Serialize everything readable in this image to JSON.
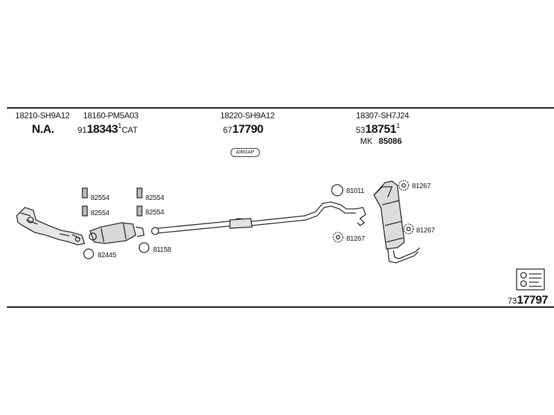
{
  "header": {
    "col1": {
      "oe": "18210-SH9A12",
      "ref": "N.A."
    },
    "col2": {
      "oe": "18160-PM5A03",
      "prefix": "91",
      "ref": "18343",
      "suffix": "CAT"
    },
    "col3": {
      "oe": "18220-SH9A12",
      "prefix": "67",
      "ref": "17790"
    },
    "col4": {
      "oe": "18307-SH7J24",
      "prefix": "53",
      "ref": "18751",
      "mk_label": "MK",
      "mk_ref": "85086"
    }
  },
  "badge": "AIRGAP",
  "parts": {
    "clamp_a1": "82554",
    "clamp_a2": "82554",
    "clamp_b1": "82554",
    "clamp_b2": "82554",
    "ring_a": "82445",
    "ring_b": "81158",
    "ring_c": "81011",
    "hanger_a": "81267",
    "hanger_b": "81267",
    "hanger_c": "81267"
  },
  "footer": {
    "prefix": "73",
    "ref": "17797"
  }
}
